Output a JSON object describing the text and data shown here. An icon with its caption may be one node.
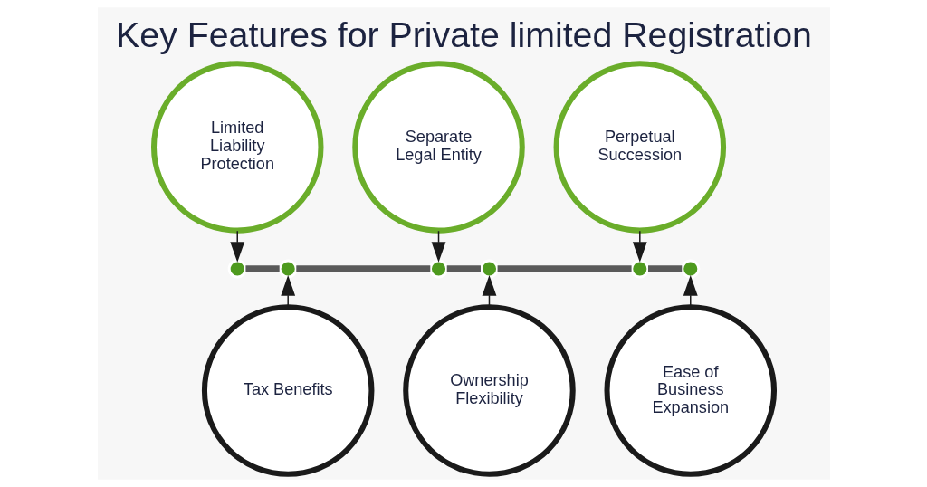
{
  "diagram": {
    "title": "Key Features for Private limited Registration",
    "nodes": [
      {
        "text": [
          "Limited Liability Protection"
        ]
      },
      {
        "text": [
          "Tax Benefits"
        ]
      },
      {
        "text": [
          "Separate Legal Entity"
        ]
      },
      {
        "text": [
          "Ownership Flexibility"
        ]
      },
      {
        "text": [
          "Perpetual Succession"
        ]
      },
      {
        "text": [
          "Ease of Business Expansion"
        ]
      },
      {
        "text": [],
        "shape": "circle"
      },
      {
        "text": [],
        "shape": "circle"
      },
      {
        "text": [],
        "shape": "circle"
      },
      {
        "text": [],
        "shape": "circle"
      },
      {
        "text": [],
        "shape": "circle"
      },
      {
        "text": [],
        "shape": "circle"
      }
    ],
    "edges": [
      {
        "from": 0,
        "to": 6,
        "arrow": "to"
      },
      {
        "from": 1,
        "to": 7,
        "arrow": "to"
      },
      {
        "from": 2,
        "to": 8,
        "arrow": "to"
      },
      {
        "from": 3,
        "to": 9,
        "arrow": "to"
      },
      {
        "from": 4,
        "to": 10,
        "arrow": "to"
      },
      {
        "from": 5,
        "to": 11,
        "arrow": "to"
      },
      {
        "from": 6,
        "to": 7,
        "arrow": "none",
        "style": "thick",
        "color": "#5a5a5a"
      },
      {
        "from": 7,
        "to": 8,
        "arrow": "none",
        "style": "thick",
        "color": "#5a5a5a"
      },
      {
        "from": 8,
        "to": 9,
        "arrow": "none",
        "style": "thick",
        "color": "#5a5a5a"
      },
      {
        "from": 9,
        "to": 10,
        "arrow": "none",
        "style": "thick",
        "color": "#5a5a5a"
      },
      {
        "from": 10,
        "to": 11,
        "arrow": "none",
        "style": "thick",
        "color": "#5a5a5a"
      }
    ]
  }
}
